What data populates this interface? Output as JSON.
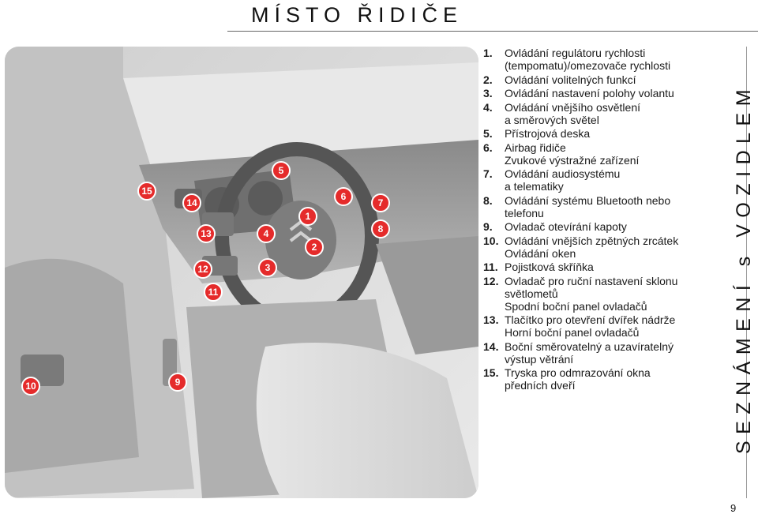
{
  "header": {
    "title": "MÍSTO ŘIDIČE"
  },
  "sidebar": {
    "section_title": "SEZNÁMENÍ s VOZIDLEM"
  },
  "page": {
    "number": "9"
  },
  "figure": {
    "badges": [
      "1",
      "2",
      "3",
      "4",
      "5",
      "6",
      "7",
      "8",
      "9",
      "10",
      "11",
      "12",
      "13",
      "14",
      "15"
    ]
  },
  "legend": [
    {
      "num": "1.",
      "lines": [
        "Ovládání regulátoru rychlosti",
        "(tempomatu)/omezovače rychlosti"
      ]
    },
    {
      "num": "2.",
      "lines": [
        "Ovládání volitelných funkcí"
      ]
    },
    {
      "num": "3.",
      "lines": [
        "Ovládání nastavení polohy volantu"
      ]
    },
    {
      "num": "4.",
      "lines": [
        "Ovládání vnějšího osvětlení",
        "a směrových světel"
      ]
    },
    {
      "num": "5.",
      "lines": [
        "Přístrojová deska"
      ]
    },
    {
      "num": "6.",
      "lines": [
        "Airbag řidiče",
        "Zvukové výstražné zařízení"
      ]
    },
    {
      "num": "7.",
      "lines": [
        "Ovládání audiosystému",
        "a telematiky"
      ]
    },
    {
      "num": "8.",
      "lines": [
        "Ovládání systému Bluetooth nebo",
        "telefonu"
      ]
    },
    {
      "num": "9.",
      "lines": [
        "Ovladač otevírání kapoty"
      ]
    },
    {
      "num": "10.",
      "lines": [
        "Ovládání vnějších zpětných zrcátek",
        "Ovládání oken"
      ]
    },
    {
      "num": "11.",
      "lines": [
        "Pojistková skříňka"
      ]
    },
    {
      "num": "12.",
      "lines": [
        "Ovladač pro ruční nastavení sklonu",
        "světlometů",
        "Spodní boční panel ovladačů"
      ]
    },
    {
      "num": "13.",
      "lines": [
        "Tlačítko pro otevření dvířek nádrže",
        "Horní boční panel ovladačů"
      ]
    },
    {
      "num": "14.",
      "lines": [
        "Boční směrovatelný a uzavíratelný",
        "výstup větrání"
      ]
    },
    {
      "num": "15.",
      "lines": [
        "Tryska pro odmrazování okna",
        "předních dveří"
      ]
    }
  ]
}
